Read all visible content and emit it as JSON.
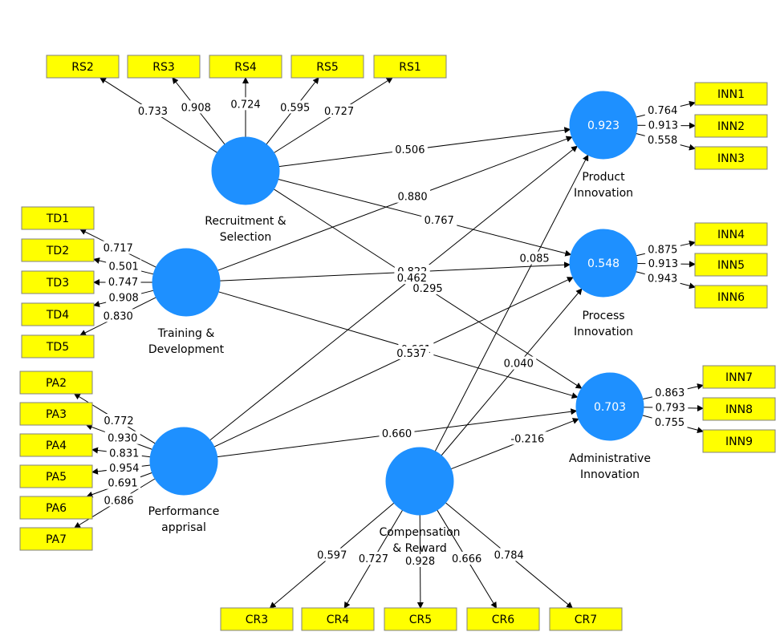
{
  "colors": {
    "construct_fill": "#1e90ff",
    "indicator_fill": "#ffff00",
    "indicator_stroke": "#808080",
    "line": "#000000",
    "r2_text": "#ffffff"
  },
  "constructs": [
    {
      "id": "RS",
      "label_lines": [
        "Recruitment &",
        "Selection"
      ],
      "r2": ""
    },
    {
      "id": "TD",
      "label_lines": [
        "Training &",
        "Development"
      ],
      "r2": ""
    },
    {
      "id": "PA",
      "label_lines": [
        "Performance",
        "apprisal"
      ],
      "r2": ""
    },
    {
      "id": "CR",
      "label_lines": [
        "Compensation",
        "& Reward"
      ],
      "r2": ""
    },
    {
      "id": "PI",
      "label_lines": [
        "Product",
        "Innovation"
      ],
      "r2": "0.923"
    },
    {
      "id": "PRI",
      "label_lines": [
        "Process",
        "Innovation"
      ],
      "r2": "0.548"
    },
    {
      "id": "AI",
      "label_lines": [
        "Administrative",
        "Innovation"
      ],
      "r2": "0.703"
    }
  ],
  "indicators": [
    {
      "name": "RS2",
      "construct": "RS",
      "loading": "0.733"
    },
    {
      "name": "RS3",
      "construct": "RS",
      "loading": "0.908"
    },
    {
      "name": "RS4",
      "construct": "RS",
      "loading": "0.724"
    },
    {
      "name": "RS5",
      "construct": "RS",
      "loading": "0.595"
    },
    {
      "name": "RS1",
      "construct": "RS",
      "loading": "0.727"
    },
    {
      "name": "TD1",
      "construct": "TD",
      "loading": "0.717"
    },
    {
      "name": "TD2",
      "construct": "TD",
      "loading": "0.501"
    },
    {
      "name": "TD3",
      "construct": "TD",
      "loading": "0.747"
    },
    {
      "name": "TD4",
      "construct": "TD",
      "loading": "0.908"
    },
    {
      "name": "TD5",
      "construct": "TD",
      "loading": "0.830"
    },
    {
      "name": "PA2",
      "construct": "PA",
      "loading": "0.772"
    },
    {
      "name": "PA3",
      "construct": "PA",
      "loading": "0.930"
    },
    {
      "name": "PA4",
      "construct": "PA",
      "loading": "0.831"
    },
    {
      "name": "PA5",
      "construct": "PA",
      "loading": "0.954"
    },
    {
      "name": "PA6",
      "construct": "PA",
      "loading": "0.691"
    },
    {
      "name": "PA7",
      "construct": "PA",
      "loading": "0.686"
    },
    {
      "name": "CR3",
      "construct": "CR",
      "loading": "0.597"
    },
    {
      "name": "CR4",
      "construct": "CR",
      "loading": "0.727"
    },
    {
      "name": "CR5",
      "construct": "CR",
      "loading": "0.928"
    },
    {
      "name": "CR6",
      "construct": "CR",
      "loading": "0.666"
    },
    {
      "name": "CR7",
      "construct": "CR",
      "loading": "0.784"
    },
    {
      "name": "INN1",
      "construct": "PI",
      "loading": "0.764"
    },
    {
      "name": "INN2",
      "construct": "PI",
      "loading": "0.913"
    },
    {
      "name": "INN3",
      "construct": "PI",
      "loading": "0.558"
    },
    {
      "name": "INN4",
      "construct": "PRI",
      "loading": "0.875"
    },
    {
      "name": "INN5",
      "construct": "PRI",
      "loading": "0.913"
    },
    {
      "name": "INN6",
      "construct": "PRI",
      "loading": "0.943"
    },
    {
      "name": "INN7",
      "construct": "AI",
      "loading": "0.863"
    },
    {
      "name": "INN8",
      "construct": "AI",
      "loading": "0.793"
    },
    {
      "name": "INN9",
      "construct": "AI",
      "loading": "0.755"
    }
  ],
  "paths": [
    {
      "from": "RS",
      "to": "PI",
      "coef": "0.506"
    },
    {
      "from": "RS",
      "to": "PRI",
      "coef": "0.767"
    },
    {
      "from": "RS",
      "to": "AI",
      "coef": "0.295"
    },
    {
      "from": "TD",
      "to": "PI",
      "coef": "0.880"
    },
    {
      "from": "TD",
      "to": "PRI",
      "coef": "0.822"
    },
    {
      "from": "TD",
      "to": "AI",
      "coef": "0.661"
    },
    {
      "from": "PA",
      "to": "PI",
      "coef": "0.462"
    },
    {
      "from": "PA",
      "to": "PRI",
      "coef": "0.537"
    },
    {
      "from": "PA",
      "to": "AI",
      "coef": "0.660"
    },
    {
      "from": "CR",
      "to": "PI",
      "coef": "0.085"
    },
    {
      "from": "CR",
      "to": "PRI",
      "coef": "0.040"
    },
    {
      "from": "CR",
      "to": "AI",
      "coef": "-0.216"
    }
  ]
}
